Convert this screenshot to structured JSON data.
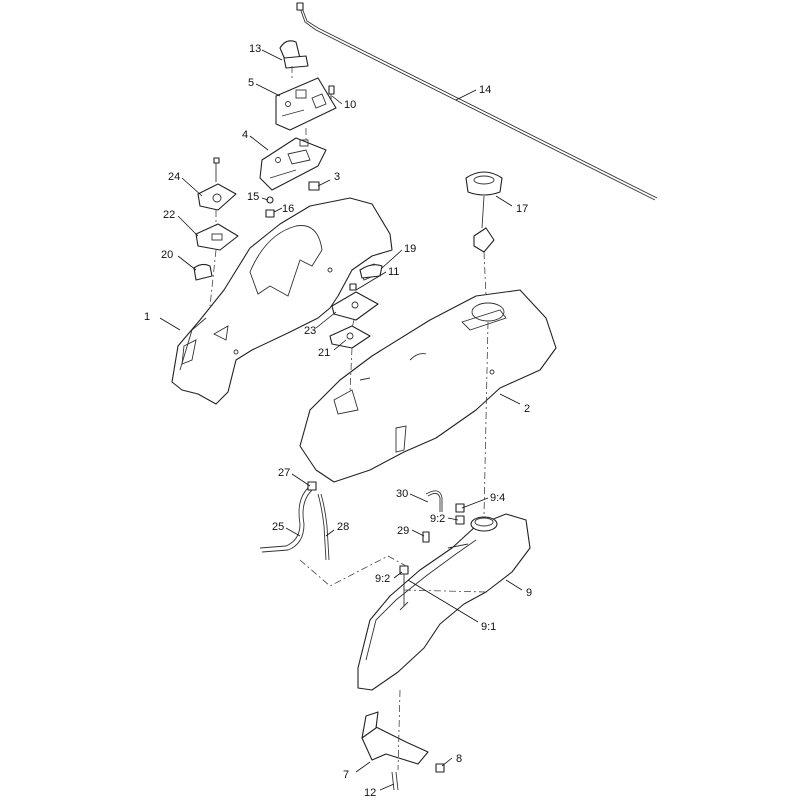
{
  "callouts": [
    {
      "id": "1",
      "text": "1"
    },
    {
      "id": "2",
      "text": "2"
    },
    {
      "id": "3",
      "text": "3"
    },
    {
      "id": "4",
      "text": "4"
    },
    {
      "id": "5",
      "text": "5"
    },
    {
      "id": "7",
      "text": "7"
    },
    {
      "id": "8",
      "text": "8"
    },
    {
      "id": "9",
      "text": "9"
    },
    {
      "id": "9_1",
      "text": "9:1"
    },
    {
      "id": "9_2a",
      "text": "9:2"
    },
    {
      "id": "9_2b",
      "text": "9:2"
    },
    {
      "id": "9_4",
      "text": "9:4"
    },
    {
      "id": "10",
      "text": "10"
    },
    {
      "id": "11",
      "text": "11"
    },
    {
      "id": "12",
      "text": "12"
    },
    {
      "id": "13",
      "text": "13"
    },
    {
      "id": "14",
      "text": "14"
    },
    {
      "id": "15",
      "text": "15"
    },
    {
      "id": "16",
      "text": "16"
    },
    {
      "id": "17",
      "text": "17"
    },
    {
      "id": "19",
      "text": "19"
    },
    {
      "id": "20",
      "text": "20"
    },
    {
      "id": "21",
      "text": "21"
    },
    {
      "id": "22",
      "text": "22"
    },
    {
      "id": "23",
      "text": "23"
    },
    {
      "id": "24",
      "text": "24"
    },
    {
      "id": "25",
      "text": "25"
    },
    {
      "id": "27",
      "text": "27"
    },
    {
      "id": "28",
      "text": "28"
    },
    {
      "id": "29",
      "text": "29"
    },
    {
      "id": "30",
      "text": "30"
    }
  ]
}
